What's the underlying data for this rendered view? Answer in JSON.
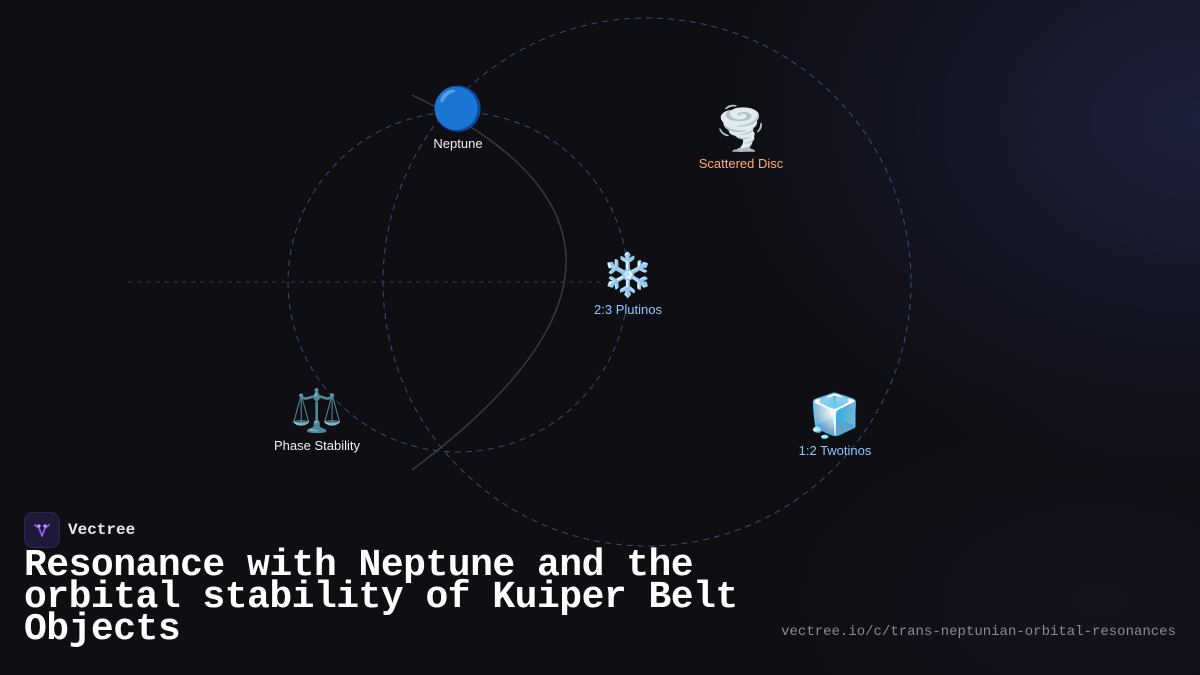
{
  "brand": {
    "name": "Vectree",
    "logo_icon": "vectree-logo-icon",
    "accent": "#8a5cf6"
  },
  "title": "Resonance with Neptune and the orbital stability of Kuiper Belt Objects",
  "url": "vectree.io/c/trans-neptunian-orbital-resonances",
  "nodes": {
    "neptune": {
      "icon": "🔵",
      "icon_name": "blue-circle-icon",
      "label": "Neptune",
      "color": "#f2f2f4"
    },
    "scattered_disc": {
      "icon": "🌪️",
      "icon_name": "tornado-icon",
      "label": "Scattered Disc",
      "color": "#ffab7a"
    },
    "plutinos": {
      "icon": "❄️",
      "icon_name": "snowflake-icon",
      "label": "2:3 Plutinos",
      "color": "#8fc6ff"
    },
    "phase_stability": {
      "icon": "⚖️",
      "icon_name": "balance-scale-icon",
      "label": "Phase Stability",
      "color": "#f2f2f4"
    },
    "twotinos": {
      "icon": "🧊",
      "icon_name": "ice-cube-icon",
      "label": "1:2 Twotinos",
      "color": "#8fc6ff"
    }
  }
}
